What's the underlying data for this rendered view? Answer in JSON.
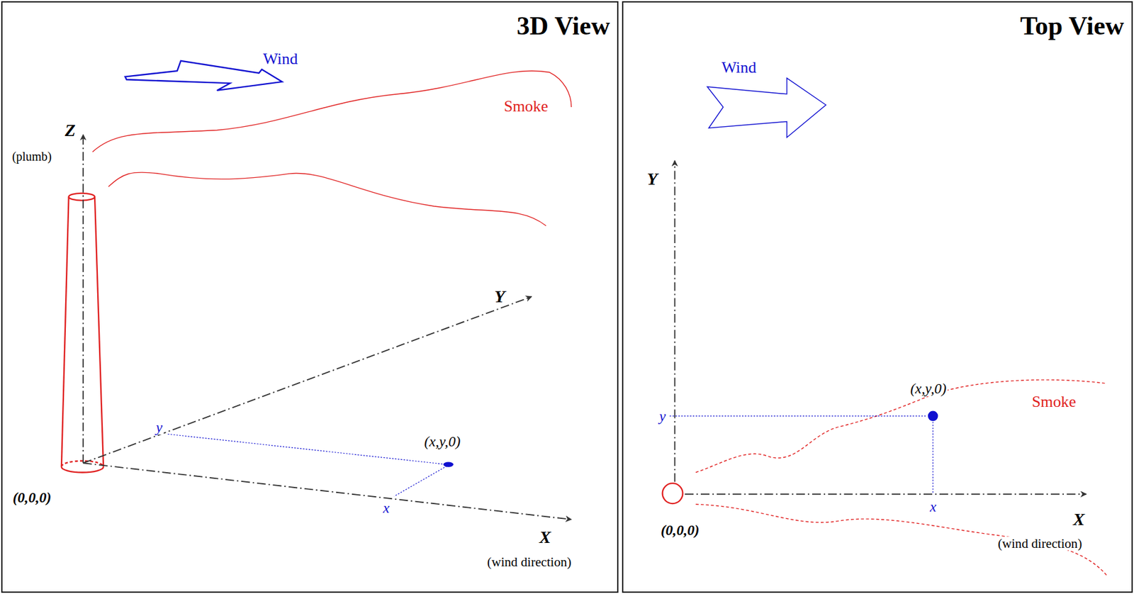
{
  "diagram": {
    "nodes": [
      {
        "text": [
          "3D View"
        ]
      },
      {
        "text": [
          "Top View"
        ]
      }
    ],
    "edges": [],
    "labels": [
      "Wind",
      "Smoke",
      "Z",
      "(plumb)",
      "Y",
      "y",
      "(x,y,0)",
      "x",
      "X",
      "(wind direction)",
      "(0,0,0)",
      "Wind",
      "Y",
      "(x,y,0)",
      "y",
      "Smoke",
      "x",
      "(0,0,0)",
      "X",
      "(wind direction)"
    ]
  }
}
